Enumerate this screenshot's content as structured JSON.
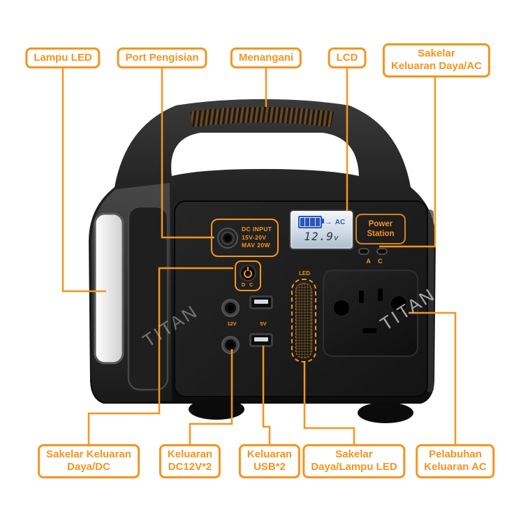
{
  "colors": {
    "accent": "#F7941E",
    "background": "#FFFFFF",
    "device_black": "#151515",
    "lcd_blue": "#2B55B8"
  },
  "callouts": {
    "top": [
      {
        "label": "Lampu LED"
      },
      {
        "label": "Port Pengisian"
      },
      {
        "label": "Menangani"
      },
      {
        "label": "LCD"
      },
      {
        "line1": "Sakelar",
        "line2": "Keluaran Daya/AC"
      }
    ],
    "bottom": [
      {
        "line1": "Sakelar Keluaran",
        "line2": "Daya/DC"
      },
      {
        "line1": "Keluaran",
        "line2": "DC12V*2"
      },
      {
        "line1": "Keluaran",
        "line2": "USB*2"
      },
      {
        "line1": "Sakelar",
        "line2": "Daya/Lampu LED"
      },
      {
        "line1": "Pelabuhan",
        "line2": "Keluaran AC"
      }
    ]
  },
  "device": {
    "dc_input": {
      "line1": "DC INPUT",
      "line2": "15V-20V",
      "line3": "MAV 20W"
    },
    "lcd": {
      "arrow_icon": "→",
      "ac_label": "AC",
      "value": "12.9",
      "unit": "v"
    },
    "power_station": {
      "line1": "Power",
      "line2": "Station"
    },
    "dc_button_label": "D C",
    "ac_switch_label": "A C",
    "port_labels": {
      "dc12v": "12V",
      "usb": "5V",
      "led": "LED"
    },
    "watermark": "TITAN"
  }
}
